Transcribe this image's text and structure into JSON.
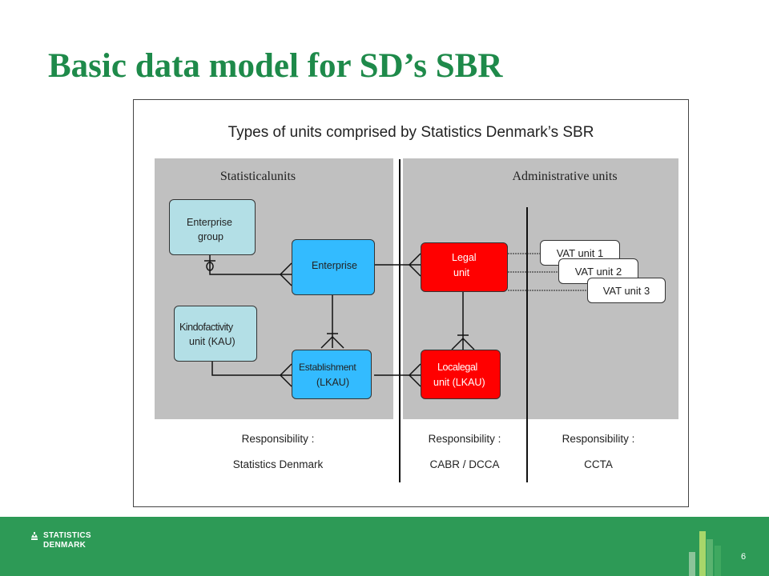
{
  "slide": {
    "title": "Basic data model for SD’s SBR",
    "page_number": "6"
  },
  "diagram": {
    "title": "Types of units comprised by Statistics Denmark’s SBR",
    "left_panel_label": "Statisticalunits",
    "right_panel_label": "Administrative units",
    "boxes": {
      "enterprise_group": {
        "line1": "Enterprise",
        "line2": "group"
      },
      "enterprise": {
        "line1": "Enterprise"
      },
      "kau": {
        "line1": "Kindofactivity",
        "line2": "unit (KAU)"
      },
      "establishment": {
        "line1": "Establishment",
        "line2": "(LKAU)"
      },
      "legal_unit": {
        "line1": "Legal",
        "line2": "unit"
      },
      "local_legal_unit": {
        "line1": "Localegal",
        "line2": "unit (LKAU)"
      },
      "vat1": "VAT unit 1",
      "vat2": "VAT unit 2",
      "vat3": "VAT unit 3"
    },
    "responsibility": [
      {
        "label": "Responsibility :",
        "owner": "Statistics Denmark"
      },
      {
        "label": "Responsibility :",
        "owner": "CABR / DCCA"
      },
      {
        "label": "Responsibility :",
        "owner": "CCTA"
      }
    ],
    "colors": {
      "statistical_light": "#b3dfe6",
      "statistical_blue": "#33bbff",
      "administrative_red": "#ff0000",
      "panel_gray": "#c0c0c0"
    }
  },
  "footer": {
    "logo_line1": "STATISTICS",
    "logo_line2": "DENMARK",
    "color": "#2d9a56"
  }
}
